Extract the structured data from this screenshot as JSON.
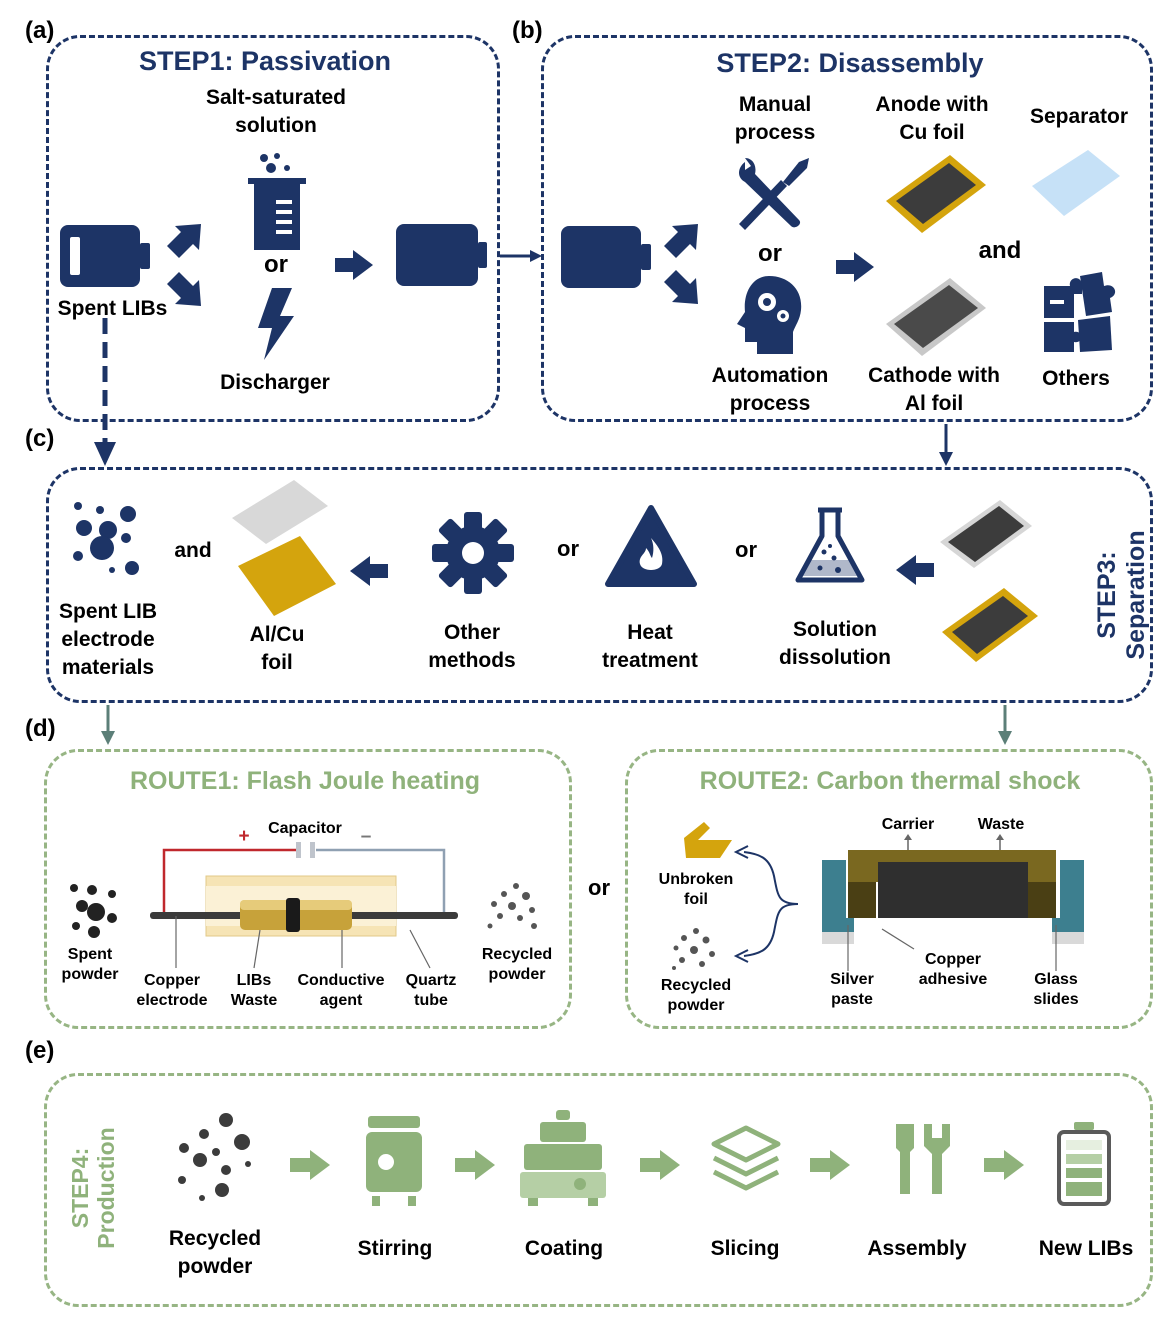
{
  "panels": {
    "a": "(a)",
    "b": "(b)",
    "c": "(c)",
    "d": "(d)",
    "e": "(e)"
  },
  "colors": {
    "navy": "#1d3466",
    "green": "#8fb27b",
    "gold": "#d4a40d",
    "dark_gray": "#3c3c3c",
    "light_blue": "#c6e1f7",
    "teal": "#3d7f8f"
  },
  "step1": {
    "title": "STEP1: Passivation",
    "salt_line1": "Salt-saturated",
    "salt_line2": "solution",
    "or": "or",
    "discharger": "Discharger",
    "spent_libs": "Spent LIBs"
  },
  "step2": {
    "title": "STEP2: Disassembly",
    "manual_line1": "Manual",
    "manual_line2": "process",
    "or": "or",
    "auto_line1": "Automation",
    "auto_line2": "process",
    "anode_line1": "Anode with",
    "anode_line2": "Cu foil",
    "separator": "Separator",
    "and": "and",
    "cathode_line1": "Cathode with",
    "cathode_line2": "Al foil",
    "others": "Others"
  },
  "step3": {
    "title_line1": "STEP3:",
    "title_line2": "Separation",
    "spent_line1": "Spent LIB",
    "spent_line2": "electrode",
    "spent_line3": "materials",
    "and": "and",
    "foil_line1": "Al/Cu",
    "foil_line2": "foil",
    "other_line1": "Other",
    "other_line2": "methods",
    "or1": "or",
    "heat_line1": "Heat",
    "heat_line2": "treatment",
    "or2": "or",
    "solution_line1": "Solution",
    "solution_line2": "dissolution"
  },
  "route1": {
    "title": "ROUTE1: Flash Joule heating",
    "capacitor": "Capacitor",
    "plus": "+",
    "minus": "–",
    "spent_line1": "Spent",
    "spent_line2": "powder",
    "copper_line1": "Copper",
    "copper_line2": "electrode",
    "libs_line1": "LIBs",
    "libs_line2": "Waste",
    "cond_line1": "Conductive",
    "cond_line2": "agent",
    "quartz_line1": "Quartz",
    "quartz_line2": "tube",
    "recycled_line1": "Recycled",
    "recycled_line2": "powder"
  },
  "between_routes_or": "or",
  "route2": {
    "title": "ROUTE2: Carbon thermal shock",
    "carrier": "Carrier",
    "waste": "Waste",
    "unbroken_line1": "Unbroken",
    "unbroken_line2": "foil",
    "recycled_line1": "Recycled",
    "recycled_line2": "powder",
    "silver_line1": "Silver",
    "silver_line2": "paste",
    "copper_line1": "Copper",
    "copper_line2": "adhesive",
    "glass_line1": "Glass",
    "glass_line2": "slides"
  },
  "step4": {
    "title_line1": "STEP4:",
    "title_line2": "Production",
    "recycled_line1": "Recycled",
    "recycled_line2": "powder",
    "stirring": "Stirring",
    "coating": "Coating",
    "slicing": "Slicing",
    "assembly": "Assembly",
    "new_libs": "New LIBs"
  }
}
